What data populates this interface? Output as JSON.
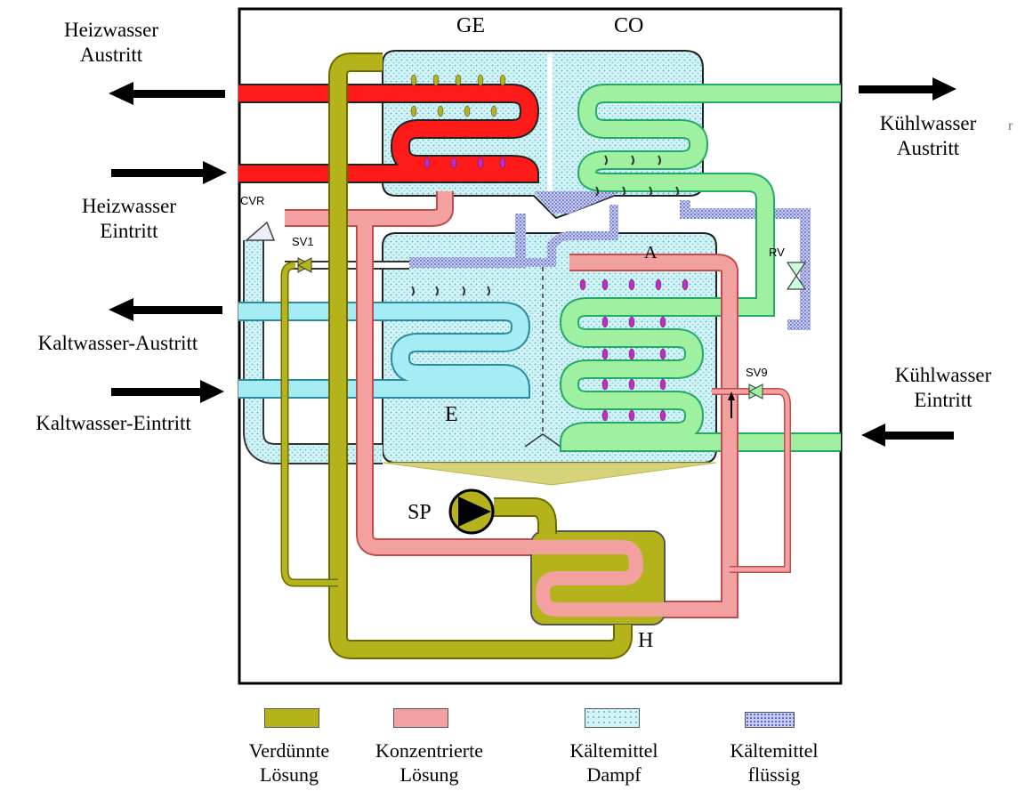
{
  "labels": {
    "heizwasser_austritt": [
      "Heizwasser",
      "Austritt"
    ],
    "heizwasser_eintritt": [
      "Heizwasser",
      "Eintritt"
    ],
    "kaltwasser_austritt": "Kaltwasser-Austritt",
    "kaltwasser_eintritt": "Kaltwasser-Eintritt",
    "kuehlwasser_austritt": [
      "Kühlwasser",
      "Austritt"
    ],
    "kuehlwasser_austritt_extra": "r",
    "kuehlwasser_eintritt": [
      "Kühlwasser",
      "Eintritt"
    ]
  },
  "components": {
    "generator": "GE",
    "condenser": "CO",
    "evaporator": "E",
    "absorber": "A",
    "solution_pump": "SP",
    "heat_exchanger": "H",
    "valve_cvr": "CVR",
    "valve_sv1": "SV1",
    "valve_rv": "RV",
    "valve_sv9": "SV9"
  },
  "legend": [
    {
      "lines": [
        "Verdünnte",
        "Lösung"
      ],
      "color": "#b5b31c",
      "pattern": "solid"
    },
    {
      "lines": [
        "Konzentrierte",
        "Lösung"
      ],
      "color": "#f2a0a0",
      "pattern": "solid"
    },
    {
      "lines": [
        "Kältemittel",
        "Dampf"
      ],
      "color": "#c6eef2",
      "pattern": "dots"
    },
    {
      "lines": [
        "Kältemittel",
        "flüssig"
      ],
      "color": "#9da3d8",
      "pattern": "dense"
    }
  ],
  "colors": {
    "heating_water": "#ff1a1a",
    "cooling_water": "#9ff0a0",
    "chilled_water": "#a6ecf4",
    "dilute_solution": "#b5b31c",
    "concentrated_solution": "#f2a0a0",
    "refrigerant_vapor": "#c6eef2",
    "refrigerant_liquid": "#9da3d8"
  }
}
